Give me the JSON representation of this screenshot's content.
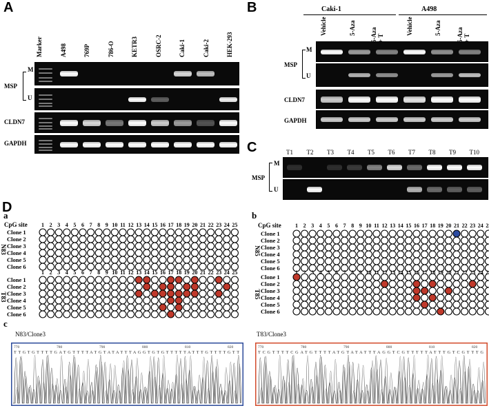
{
  "panelA": {
    "letter": "A",
    "lanes": [
      "Marker",
      "A498",
      "769P",
      "786-O",
      "KETR3",
      "OSRC-2",
      "Caki-1",
      "Caki-2",
      "HEK-293"
    ],
    "msp_label": "MSP",
    "m_label": "M",
    "u_label": "U",
    "cldn7_label": "CLDN7",
    "gapdh_label": "GAPDH",
    "m_bands": [
      0,
      1,
      0,
      0,
      0,
      0,
      0.85,
      0.75,
      0
    ],
    "u_bands": [
      0,
      0,
      0,
      0,
      1,
      0.35,
      0,
      0,
      0.95
    ],
    "cldn7_bands": [
      0,
      1,
      0.85,
      0.45,
      1,
      0.8,
      0.6,
      0.3,
      1
    ],
    "gapdh_bands": [
      0,
      1,
      1,
      1,
      1,
      1,
      1,
      1,
      1
    ]
  },
  "panelB": {
    "letter": "B",
    "group1": "Caki-1",
    "group2": "A498",
    "lanes": [
      "Vehicle",
      "5-Aza",
      "5-Aza\n+ T",
      "Vehicle",
      "5-Aza",
      "5-Aza\n+ T"
    ],
    "msp_label": "MSP",
    "m_label": "M",
    "u_label": "U",
    "cldn7_label": "CLDN7",
    "gapdh_label": "GAPDH",
    "m_bands": [
      1,
      0.6,
      0.5,
      1,
      0.55,
      0.5
    ],
    "u_bands": [
      0,
      0.7,
      0.55,
      0,
      0.6,
      0.75
    ],
    "cldn7_bands": [
      0.8,
      1,
      1,
      0.9,
      1,
      1
    ],
    "gapdh_bands": [
      0.8,
      0.8,
      0.8,
      0.8,
      0.8,
      0.8
    ]
  },
  "panelC": {
    "letter": "C",
    "lanes": [
      "T1",
      "T2",
      "T3",
      "T4",
      "T5",
      "T6",
      "T7",
      "T8",
      "T9",
      "T10"
    ],
    "msp_label": "MSP",
    "m_label": "M",
    "u_label": "U",
    "m_bands": [
      0.15,
      0,
      0.1,
      0.2,
      0.5,
      0.85,
      0.4,
      1,
      1,
      1
    ],
    "u_bands": [
      0,
      1,
      0,
      0,
      0,
      0,
      0.7,
      0.4,
      0.35,
      0.35
    ]
  },
  "panelD": {
    "letter": "D",
    "sub_a": "a",
    "sub_b": "b",
    "sub_c": "c",
    "cpg_label": "CpG site",
    "cpg_sites": [
      "1",
      "2",
      "3",
      "4",
      "5",
      "6",
      "7",
      "8",
      "9",
      "10",
      "11",
      "12",
      "13",
      "14",
      "15",
      "16",
      "17",
      "18",
      "19",
      "20",
      "21",
      "22",
      "23",
      "24",
      "25"
    ],
    "clones": [
      "Clone 1",
      "Clone 2",
      "Clone 3",
      "Clone 4",
      "Clone 5",
      "Clone 6"
    ],
    "a_normal": "N83",
    "a_tumor": "T83",
    "b_normal": "N85",
    "b_tumor": "T85",
    "a_normal_methylated": [],
    "a_tumor_methylated": [
      [
        1,
        13
      ],
      [
        1,
        14
      ],
      [
        1,
        17
      ],
      [
        1,
        18
      ],
      [
        1,
        20
      ],
      [
        1,
        23
      ],
      [
        2,
        14
      ],
      [
        2,
        16
      ],
      [
        2,
        17
      ],
      [
        2,
        19
      ],
      [
        2,
        20
      ],
      [
        2,
        24
      ],
      [
        3,
        13
      ],
      [
        3,
        15
      ],
      [
        3,
        16
      ],
      [
        3,
        17
      ],
      [
        3,
        18
      ],
      [
        3,
        19
      ],
      [
        3,
        20
      ],
      [
        3,
        23
      ],
      [
        4,
        17
      ],
      [
        4,
        18
      ],
      [
        5,
        16
      ],
      [
        5,
        18
      ],
      [
        6,
        17
      ]
    ],
    "b_normal_methylated": [
      [
        1,
        21
      ]
    ],
    "b_normal_blue": [
      [
        1,
        21
      ]
    ],
    "b_tumor_methylated": [
      [
        1,
        1
      ],
      [
        2,
        12
      ],
      [
        2,
        16
      ],
      [
        2,
        18
      ],
      [
        2,
        23
      ],
      [
        3,
        16
      ],
      [
        3,
        17
      ],
      [
        3,
        20
      ],
      [
        4,
        16
      ],
      [
        4,
        18
      ],
      [
        5,
        17
      ],
      [
        6,
        19
      ]
    ],
    "seq1_title": "N83/Clone3",
    "seq2_title": "T83/Clone3",
    "seq1_ticks": [
      "770",
      "780",
      "790",
      "800",
      "810",
      "820"
    ],
    "seq2_ticks": [
      "770",
      "780",
      "790",
      "800",
      "810",
      "820"
    ],
    "seq1_bases": "TTGTGTTTTGATGTTTTATGTATATTTAGGTGTGTTTTTATTTGTTTTGTT",
    "seq2_bases": "TCGTTTTCGATGTTTTATGTATATTTAGGTCGTTTTTATTTGTCGTTTG",
    "seq1_border": "#2b4a9a",
    "seq2_border": "#d24a2a"
  }
}
